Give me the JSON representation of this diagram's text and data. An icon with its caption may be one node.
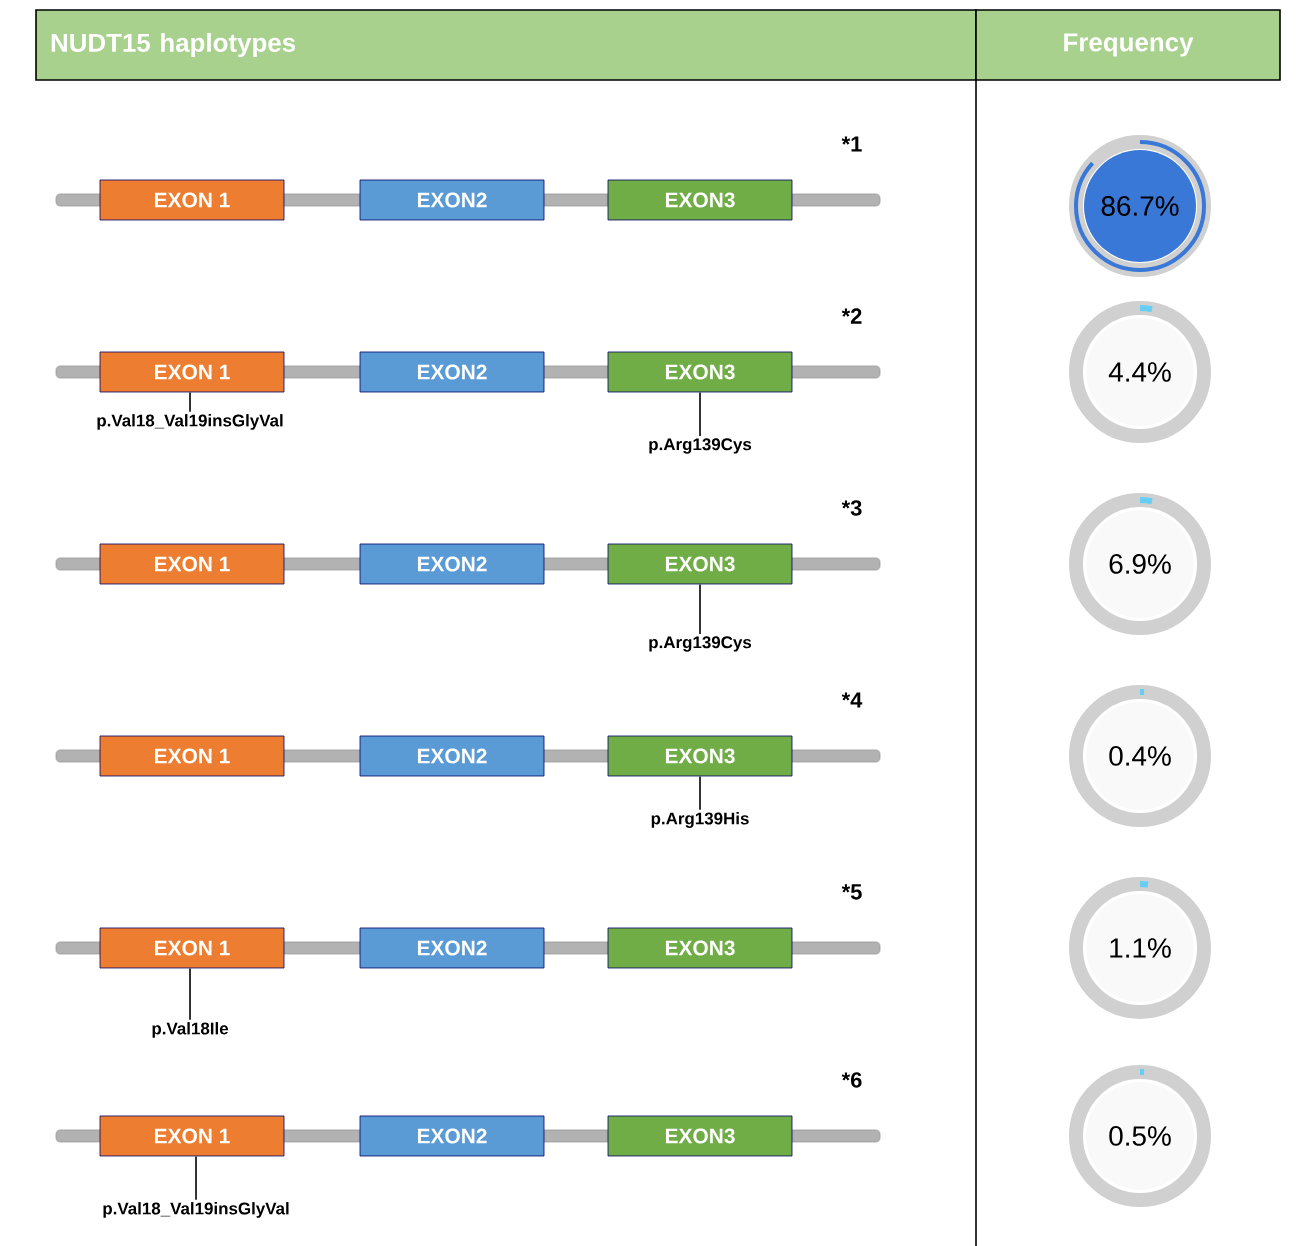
{
  "diagram": {
    "nodes": [
      {
        "text": [
          "NUDT15 haplotypes"
        ]
      },
      {
        "text": [
          "Frequency"
        ]
      },
      {
        "text": [
          "EXON 1"
        ]
      },
      {
        "text": [
          "EXON2"
        ]
      },
      {
        "text": [
          "EXON3"
        ]
      },
      {
        "text": [
          "86.7%"
        ]
      },
      {
        "text": [
          "EXON 1"
        ]
      },
      {
        "text": [
          "EXON2"
        ]
      },
      {
        "text": [
          "EXON3"
        ]
      },
      {
        "text": [
          "4.4%"
        ]
      },
      {
        "text": [
          "p.Val18_Val19insGlyVal"
        ]
      },
      {
        "text": [
          "p.Arg139Cys"
        ]
      },
      {
        "text": [
          "EXON 1"
        ]
      },
      {
        "text": [
          "EXON2"
        ]
      },
      {
        "text": [
          "EXON3"
        ]
      },
      {
        "text": [
          "6.9%"
        ]
      },
      {
        "text": [
          "p.Arg139Cys"
        ]
      },
      {
        "text": [
          "EXON 1"
        ]
      },
      {
        "text": [
          "EXON2"
        ]
      },
      {
        "text": [
          "EXON3"
        ]
      },
      {
        "text": [
          "0.4%"
        ]
      },
      {
        "text": [
          "p.Arg139His"
        ]
      },
      {
        "text": [
          "EXON 1"
        ]
      },
      {
        "text": [
          "EXON2"
        ]
      },
      {
        "text": [
          "EXON3"
        ]
      },
      {
        "text": [
          "1.1%"
        ]
      },
      {
        "text": [
          "p.Val18Ile"
        ]
      },
      {
        "text": [
          "EXON 1"
        ]
      },
      {
        "text": [
          "EXON2"
        ]
      },
      {
        "text": [
          "EXON3"
        ]
      },
      {
        "text": [
          "0.5%"
        ]
      },
      {
        "text": [
          "p.Val18_Val19insGlyVal"
        ]
      }
    ],
    "edges": [
      {
        "from": 10,
        "to": 6,
        "arrow": "none"
      },
      {
        "from": 11,
        "to": 8,
        "arrow": "none"
      },
      {
        "from": 16,
        "to": 14,
        "arrow": "none"
      },
      {
        "from": 21,
        "to": 19,
        "arrow": "none"
      },
      {
        "from": 26,
        "to": 22,
        "arrow": "none"
      },
      {
        "from": 31,
        "to": 27,
        "arrow": "none"
      }
    ],
    "labels": [
      "*1",
      "*2",
      "*3",
      "*4",
      "*5",
      "*6"
    ]
  }
}
